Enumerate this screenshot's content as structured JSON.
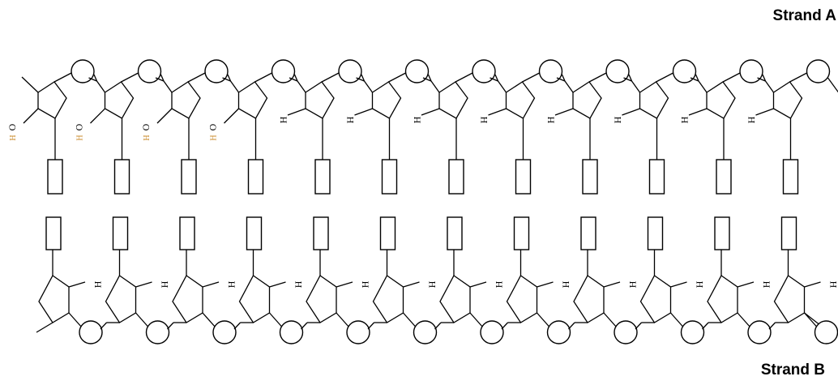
{
  "labels": {
    "strand_a": "Strand A",
    "strand_b": "Strand B"
  },
  "atoms": {
    "oxygen": "O",
    "hydrogen": "H"
  },
  "strand_a": {
    "nucleotide_count": 12,
    "hydroxyl_groups": 4,
    "hydrogen_groups": 8
  },
  "strand_b": {
    "nucleotide_count": 12,
    "hydrogen_groups": 12
  },
  "colors": {
    "line": "#000000",
    "hydrogen_accent": "#c98a2a"
  }
}
